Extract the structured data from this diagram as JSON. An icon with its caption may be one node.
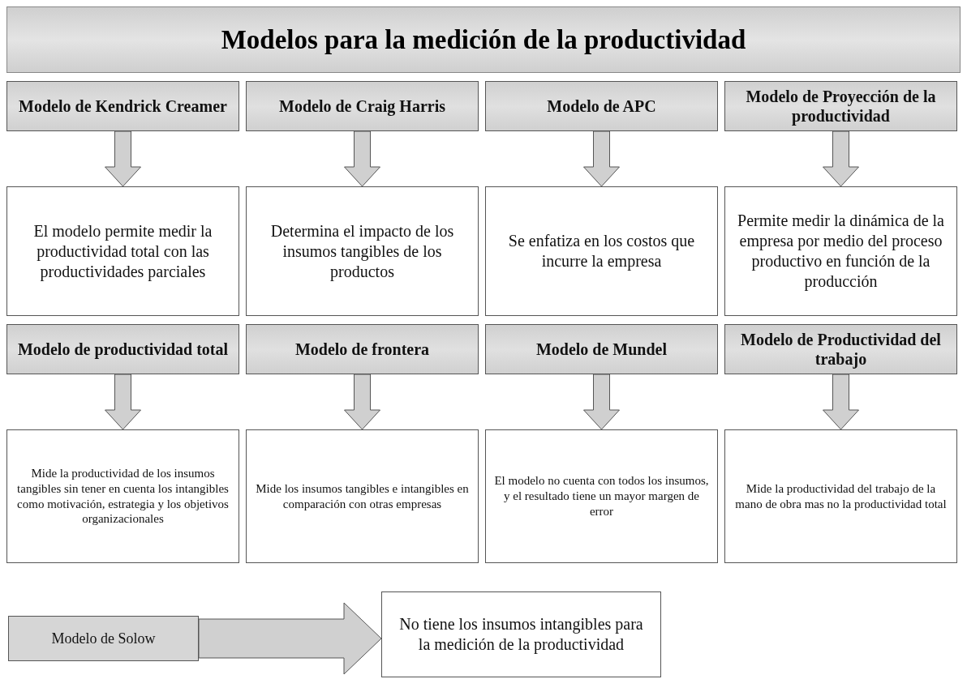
{
  "diagram": {
    "title": "Modelos para la medición de la productividad",
    "nodes": [
      {
        "text": [
          "Modelo de Kendrick Creamer"
        ]
      },
      {
        "text": [
          "Modelo de Craig Harris"
        ]
      },
      {
        "text": [
          "Modelo de APC"
        ]
      },
      {
        "text": [
          "Modelo de Proyección de la productividad"
        ]
      },
      {
        "text": [
          "El modelo permite medir la productividad total con las productividades parciales"
        ]
      },
      {
        "text": [
          "Determina el impacto de los insumos tangibles de los productos"
        ]
      },
      {
        "text": [
          "Se enfatiza en los costos que incurre la empresa"
        ]
      },
      {
        "text": [
          "Permite medir la dinámica de la empresa por medio del proceso productivo en función de la producción"
        ]
      },
      {
        "text": [
          "Modelo de productividad total"
        ]
      },
      {
        "text": [
          "Modelo de frontera"
        ]
      },
      {
        "text": [
          "Modelo de Mundel"
        ]
      },
      {
        "text": [
          "Modelo de Productividad del trabajo"
        ]
      },
      {
        "text": [
          "Mide la productividad de los insumos tangibles sin tener en cuenta los intangibles como motivación, estrategia y los objetivos organizacionales"
        ]
      },
      {
        "text": [
          "Mide los insumos tangibles e intangibles en comparación con otras empresas"
        ]
      },
      {
        "text": [
          "El modelo no cuenta con todos los insumos, y el resultado tiene un mayor margen de error"
        ]
      },
      {
        "text": [
          "Mide la productividad del trabajo de la mano de obra mas no la productividad total"
        ]
      },
      {
        "text": [
          "Modelo de Solow"
        ]
      },
      {
        "text": [
          "No tiene los insumos intangibles para la medición de la productividad"
        ]
      }
    ],
    "edges": [
      {
        "from": 0,
        "to": 4,
        "arrow": "to"
      },
      {
        "from": 1,
        "to": 5,
        "arrow": "to"
      },
      {
        "from": 2,
        "to": 6,
        "arrow": "to"
      },
      {
        "from": 3,
        "to": 7,
        "arrow": "to"
      },
      {
        "from": 8,
        "to": 12,
        "arrow": "to"
      },
      {
        "from": 9,
        "to": 13,
        "arrow": "to"
      },
      {
        "from": 10,
        "to": 14,
        "arrow": "to"
      },
      {
        "from": 11,
        "to": 15,
        "arrow": "to"
      },
      {
        "from": 16,
        "to": 17,
        "arrow": "to"
      }
    ]
  }
}
